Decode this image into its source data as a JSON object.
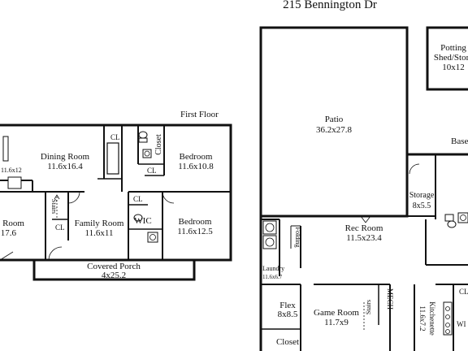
{
  "address": "215 Bennington Dr",
  "first_floor_label": "First Floor",
  "rooms": {
    "left_room_dims": "11.6x12",
    "dining_name": "Dining Room",
    "dining_dims": "11.6x16.4",
    "bedroom1_name": "Bedroom",
    "bedroom1_dims": "11.6x10.8",
    "closet_v": "Closet",
    "cl_bath_top": "CL",
    "cl_wic": "CL",
    "cl_stairs": "CL",
    "stairs_v": "Stairs",
    "left_room2_name": "Room",
    "left_room2_dims": "17.6",
    "family_name": "Family Room",
    "family_dims": "11.6x11",
    "wic": "WIC",
    "bedroom2_name": "Bedroom",
    "bedroom2_dims": "11.6x12.5",
    "porch_name": "Covered Porch",
    "porch_dims": "4x25.2",
    "patio_name": "Patio",
    "patio_dims": "36.2x27.8",
    "shed_name_1": "Potting",
    "shed_name_2": "Shed/Stora",
    "shed_dims": "10x12",
    "base_label": "Base",
    "storage_name": "Storage",
    "storage_dims": "8x5.5",
    "rec_name": "Rec Room",
    "rec_dims": "11.5x23.4",
    "folding_v": "Folding",
    "laundry_name": "Laundry",
    "laundry_dims": "11.6x6.7",
    "flex_name": "Flex",
    "flex_dims": "8x8.5",
    "game_name": "Game Room",
    "game_dims": "11.7x9",
    "stairs2_v": "Stairs",
    "mech_v": "MECH",
    "kitchenette_v": "Kitchenette",
    "kitchenette_dims_v": "11.6x7.2",
    "cl_right": "CL",
    "wic_right": "WI",
    "closet_bottom": "Closet"
  }
}
